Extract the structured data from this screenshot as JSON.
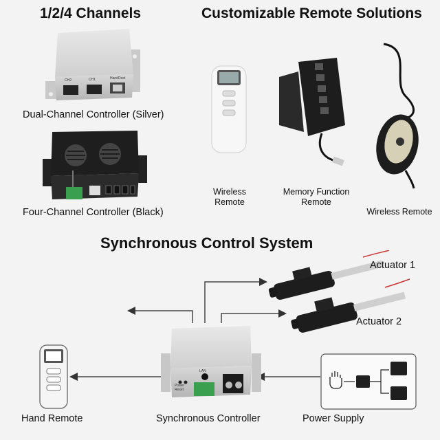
{
  "headings": {
    "channels": "1/2/4 Channels",
    "remotes": "Customizable Remote Solutions",
    "sync": "Synchronous Control System"
  },
  "products": {
    "dual": {
      "label": "Dual-Channel Controller (Silver)",
      "ports": [
        "CH2",
        "CH1",
        "HandDset"
      ]
    },
    "four": {
      "label": "Four-Channel Controller (Black)"
    }
  },
  "remotes": {
    "wireless_1": {
      "line1": "Wireless",
      "line2": "Remote"
    },
    "memory": {
      "line1": "Memory Function",
      "line2": "Remote"
    },
    "wireless_2": {
      "label": "Wireless Remote"
    }
  },
  "system": {
    "actuator_1": "Actuator 1",
    "actuator_2": "Actuator 2",
    "hand_remote": "Hand Remote",
    "sync_controller": "Synchronous Controller",
    "power_supply": "Power Supply",
    "controller_ports": {
      "lan": "LAN",
      "power": "Power",
      "reset": "Reset"
    }
  }
}
